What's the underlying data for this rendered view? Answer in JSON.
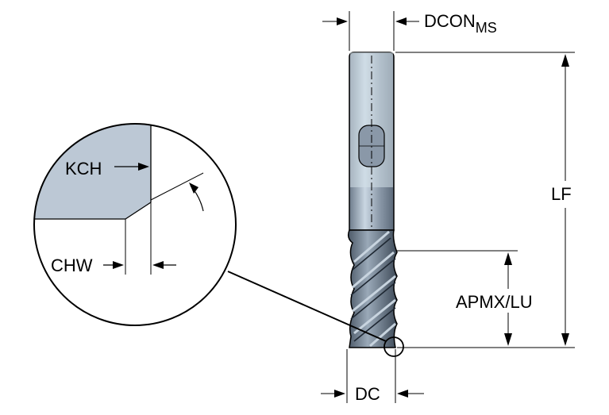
{
  "labels": {
    "dcon_main": "DCON",
    "dcon_sub": "MS",
    "lf": "LF",
    "apmx_lu": "APMX/LU",
    "dc": "DC",
    "kch": "KCH",
    "chw": "CHW"
  },
  "colors": {
    "tool_fill": "#9aa6b4",
    "tool_highlight": "#c6d4e0",
    "detail_fill": "#bfcbd8",
    "line": "#000000"
  }
}
